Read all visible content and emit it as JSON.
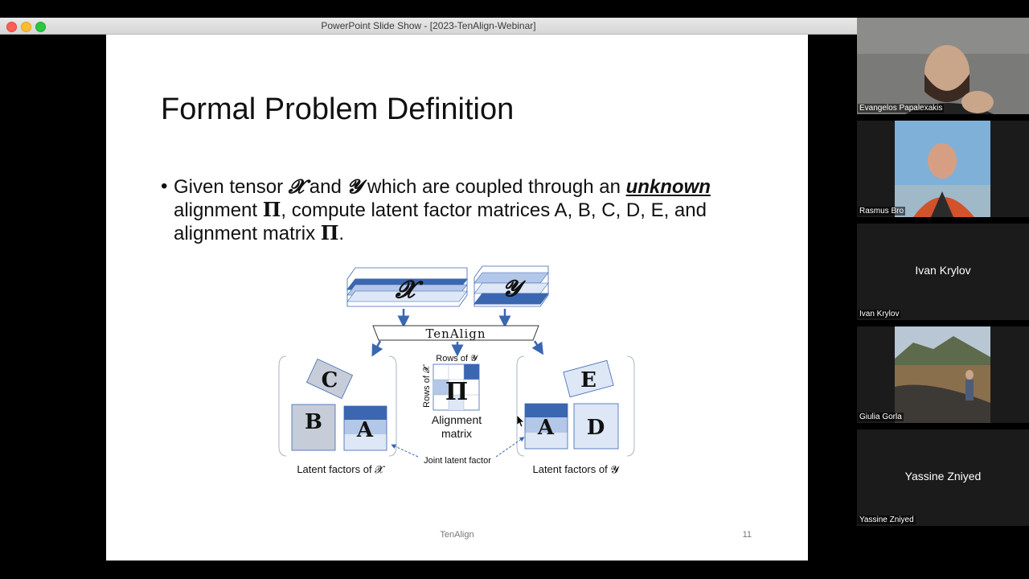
{
  "window": {
    "title": "PowerPoint Slide Show - [2023-TenAlign-Webinar]"
  },
  "slide": {
    "title": "Formal Problem Definition",
    "bullet": {
      "part1": "Given tensor ",
      "x_sym": "𝓧",
      "part2": " and ",
      "y_sym": "𝓨",
      "part3": " which are coupled through an ",
      "emph": "unknown",
      "part4": " alignment ",
      "pi1": "Π",
      "part5": ", compute latent factor matrices A, B, C, D, E, and alignment matrix ",
      "pi2": "Π",
      "part6": "."
    },
    "footer": "TenAlign",
    "page_number": "11"
  },
  "diagram": {
    "tensor_x": "𝓧",
    "tensor_y": "𝓨",
    "method": "TenAlign",
    "rows_of_y": "Rows of 𝓨",
    "rows_of_x": "Rows of 𝓧",
    "pi": "Π",
    "alignment_matrix_line1": "Alignment",
    "alignment_matrix_line2": "matrix",
    "joint_latent_factor": "Joint latent factor",
    "latent_x": "Latent factors of 𝓧",
    "latent_y": "Latent factors of 𝓨",
    "factor_a": "A",
    "factor_b": "B",
    "factor_c": "C",
    "factor_d": "D",
    "factor_e": "E",
    "colors": {
      "dark": "#3b66b0",
      "mid": "#b3c7e8",
      "light": "#dde7f5",
      "gray": "#c6cdd8"
    }
  },
  "participants": [
    {
      "name": "Evangelos Papalexakis"
    },
    {
      "name": "Rasmus Bro"
    },
    {
      "name": "Ivan Krylov",
      "display": "Ivan Krylov"
    },
    {
      "name": "Giulia Gorla"
    },
    {
      "name": "Yassine Zniyed",
      "display": "Yassine Zniyed"
    }
  ]
}
